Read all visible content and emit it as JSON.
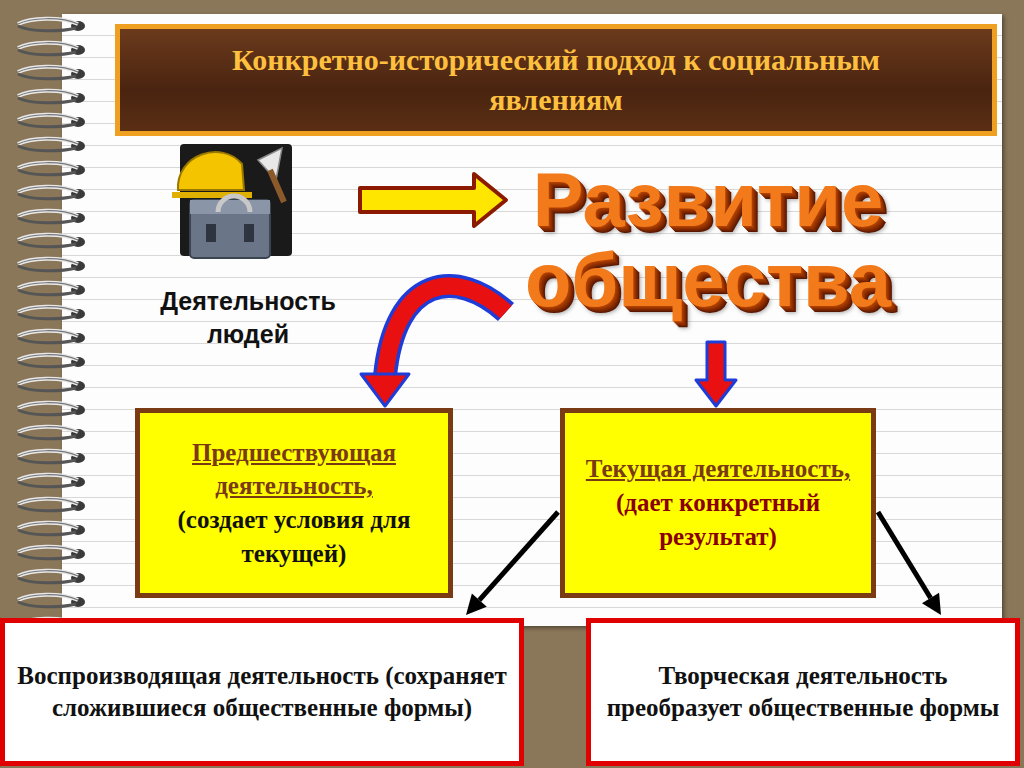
{
  "diagram": {
    "title": "Конкретно-исторический подход к социальным явлениям",
    "nodes": [
      {
        "text": [
          "Деятельность людей"
        ]
      },
      {
        "text": [
          "Развитие общества"
        ]
      },
      {
        "text": [
          "Предшествующая деятельность,",
          "(создает условия для текущей)"
        ]
      },
      {
        "text": [
          "Текущая деятельность,",
          "(дает конкретный результат)"
        ]
      },
      {
        "text": [
          "Воспроизводящая деятельность (сохраняет сложившиеся общественные формы)"
        ]
      },
      {
        "text": [
          "Творческая деятельность преобразует общественные формы"
        ]
      }
    ],
    "edges": [
      {
        "from": 0,
        "to": 1,
        "arrow": "to"
      },
      {
        "from": 1,
        "to": 2,
        "arrow": "to"
      },
      {
        "from": 1,
        "to": 3,
        "arrow": "to"
      },
      {
        "from": 3,
        "to": 4,
        "arrow": "to"
      },
      {
        "from": 3,
        "to": 5,
        "arrow": "to"
      }
    ]
  }
}
